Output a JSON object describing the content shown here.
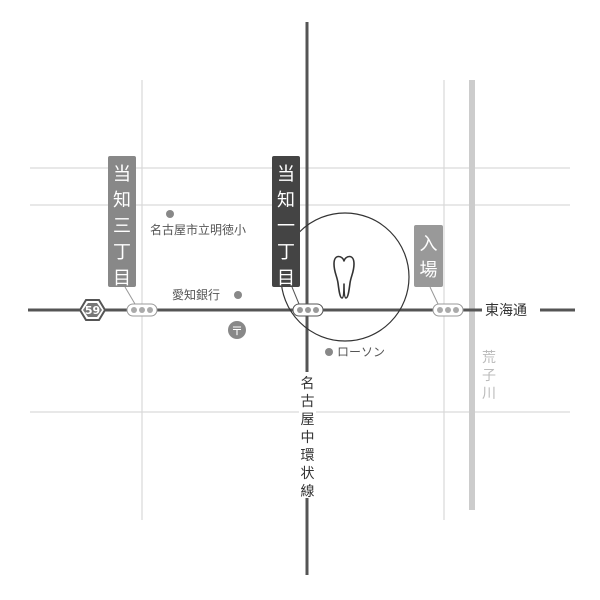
{
  "map": {
    "roads": {
      "east_west_main": "東海通",
      "north_south_main": "名古屋中環状線",
      "route_shield": "59",
      "river": "荒子川"
    },
    "intersections": {
      "tochi_3": "当知三丁目",
      "tochi_1": "当知一丁目",
      "iriba": "入場"
    },
    "landmarks": {
      "school": "名古屋市立明徳小",
      "bank": "愛知銀行",
      "post_office_symbol": "〒",
      "store": "ローソン"
    },
    "destination_icon": "tooth-icon",
    "colors": {
      "background": "#ffffff",
      "main_road": "#555555",
      "minor_road": "#d6d6d6",
      "river": "#c8c8c8",
      "label_dark": "#444444",
      "label_mid": "#888888",
      "label_light": "#999999",
      "poi_dot": "#888888",
      "text": "#333333",
      "river_text": "#bbbbbb"
    }
  }
}
